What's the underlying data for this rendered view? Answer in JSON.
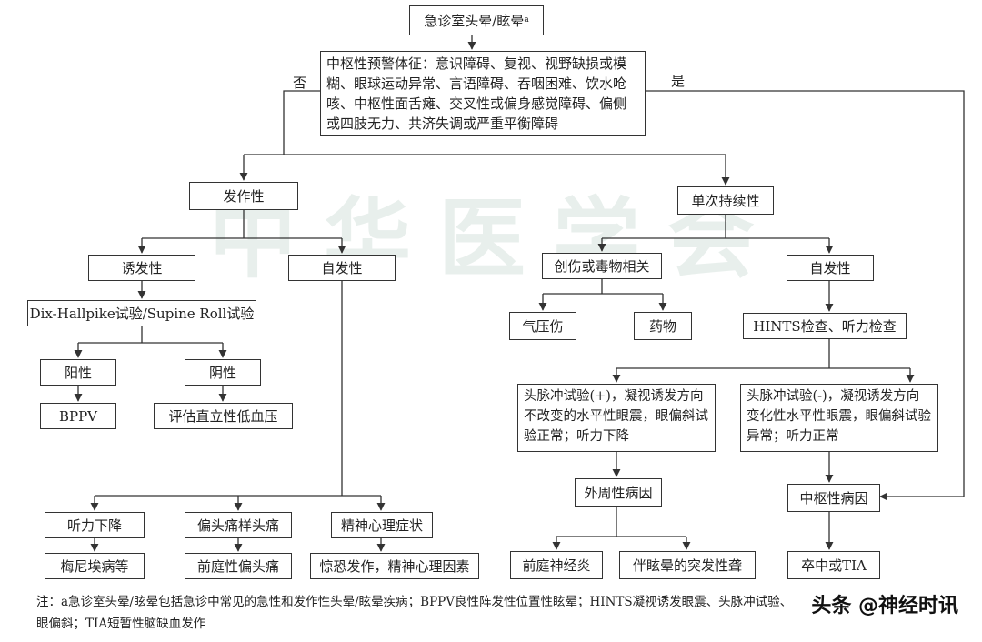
{
  "nodes": {
    "root": "急诊室头晕/眩晕",
    "root_sup": "a",
    "central_signs": "中枢性预警体征：意识障碍、复视、视野缺损或模糊、眼球运动异常、言语障碍、吞咽困难、饮水呛咳、中枢性面舌瘫、交叉性或偏身感觉障碍、偏侧或四肢无力、共济失调或严重平衡障碍",
    "episodic": "发作性",
    "single_persistent": "单次持续性",
    "triggered": "诱发性",
    "spontaneous_left": "自发性",
    "trauma_toxin": "创伤或毒物相关",
    "spontaneous_right": "自发性",
    "dix_hallpike": "Dix-Hallpike试验/Supine Roll试验",
    "positive": "阳性",
    "negative": "阴性",
    "bppv": "BPPV",
    "orthostatic": "评估直立性低血压",
    "barotrauma": "气压伤",
    "drugs": "药物",
    "hints": "HINTS检查、听力检查",
    "hints_positive": "头脉冲试验(+)，凝视诱发方向不改变的水平性眼震，眼偏斜试验正常；听力下降",
    "hints_negative": "头脉冲试验(-)，凝视诱发方向变化性水平性眼震，眼偏斜试验异常；听力正常",
    "peripheral": "外周性病因",
    "central": "中枢性病因",
    "hearing_loss": "听力下降",
    "migraine_like": "偏头痛样头痛",
    "psych": "精神心理症状",
    "meniere": "梅尼埃病等",
    "vestibular_migraine": "前庭性偏头痛",
    "panic": "惊恐发作，精神心理因素",
    "vestibular_neuritis": "前庭神经炎",
    "sudden_deafness": "伴眩晕的突发性聋",
    "stroke_tia": "卒中或TIA"
  },
  "edge_labels": {
    "no": "否",
    "yes": "是"
  },
  "footnote": {
    "line1": "注：a急诊室头晕/眩晕包括急诊中常见的急性和发作性头晕/眩晕疾病；BPPV良性阵发性位置性眩晕；HINTS凝视诱发眼震、头脉冲试验、",
    "line2": "眼偏斜；TIA短暂性脑缺血发作"
  },
  "watermark": {
    "text": "中华医学会"
  },
  "brand": "头条 @神经时讯",
  "colors": {
    "line": "#333333",
    "watermark": "#e8efec"
  }
}
